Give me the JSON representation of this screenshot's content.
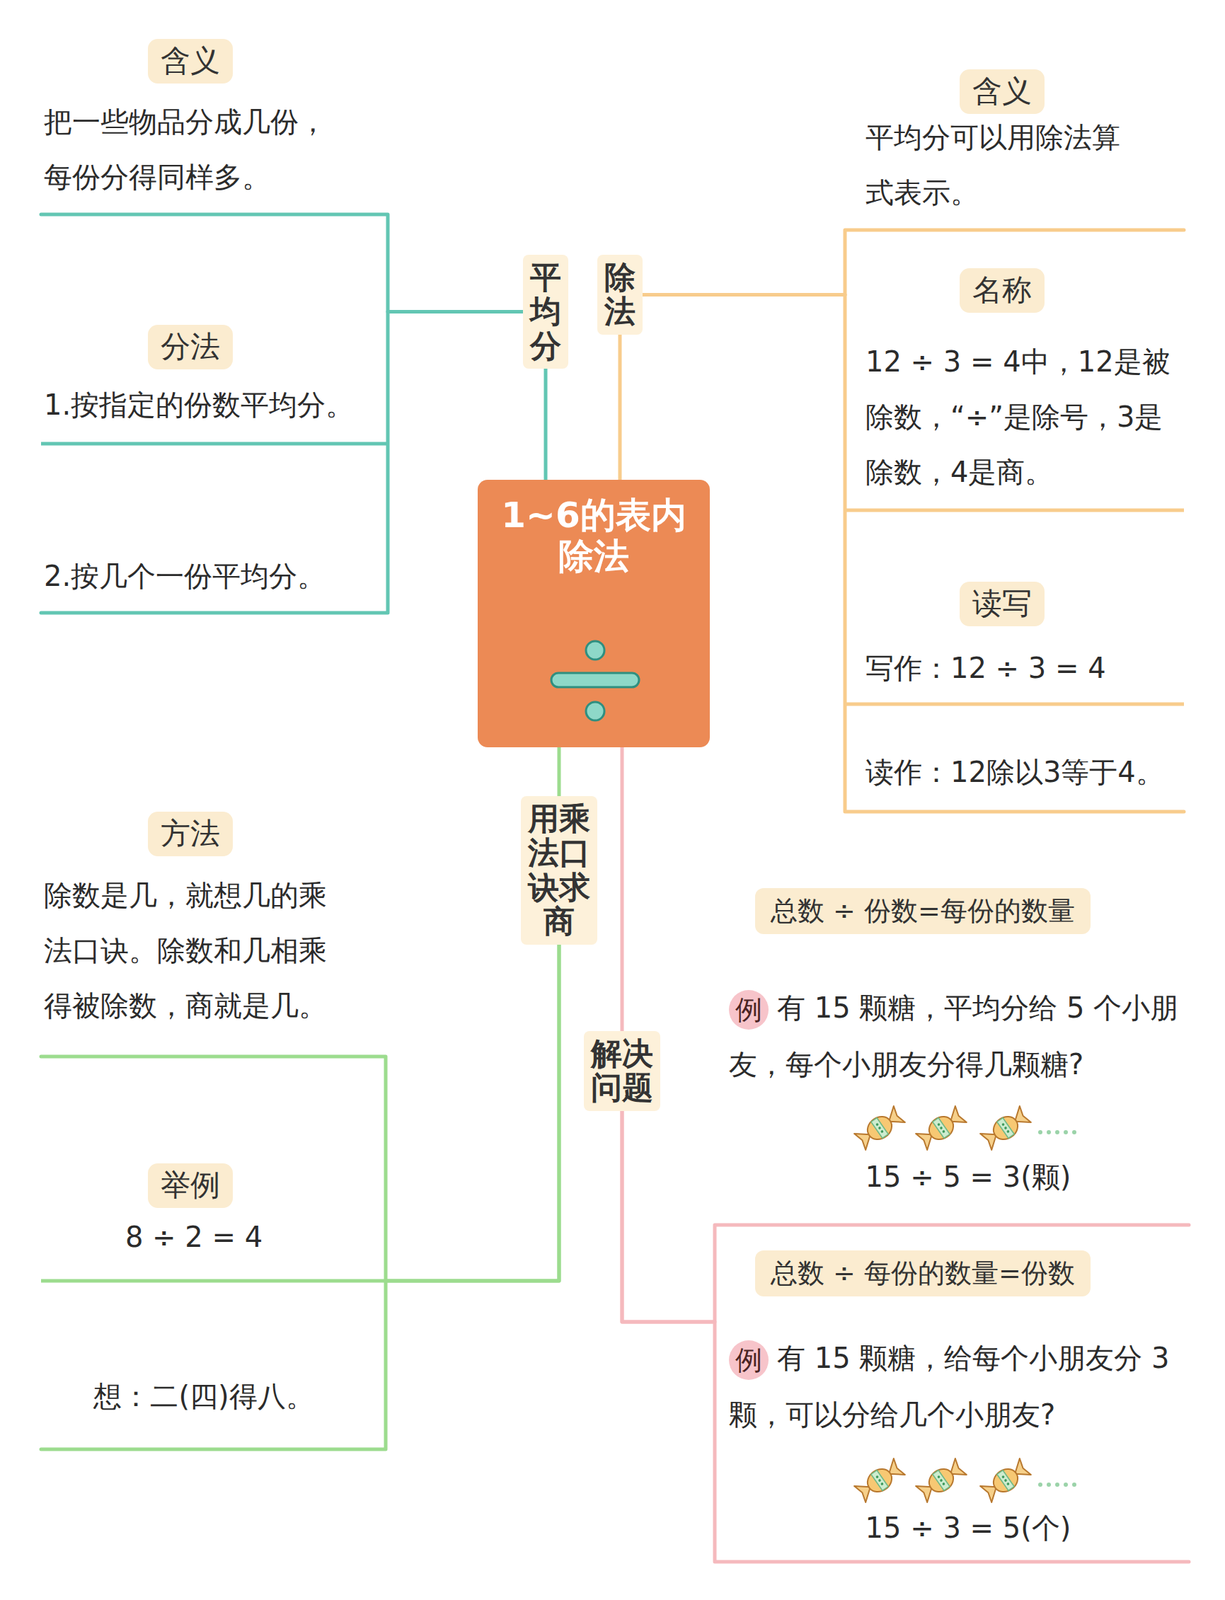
{
  "diagram": {
    "nodes": [
      {
        "text": [
          "1~6的表内除法"
        ]
      },
      {
        "text": [
          "平均分"
        ]
      },
      {
        "text": [
          "含义",
          "把一些物品分成几份，每份分得同样多。"
        ]
      },
      {
        "text": [
          "分法",
          "1.按指定的份数平均分。",
          "2.按几个一份平均分。"
        ]
      },
      {
        "text": [
          "除法"
        ]
      },
      {
        "text": [
          "含义",
          "平均分可以用除法算式表示。"
        ]
      },
      {
        "text": [
          "名称",
          "12 ÷ 3 = 4中，12是被除数，“÷”是除号，3是除数，4是商。"
        ]
      },
      {
        "text": [
          "读写",
          "写作：12 ÷ 3 = 4",
          "读作：12除以3等于4。"
        ]
      },
      {
        "text": [
          "用乘法口诀求商"
        ]
      },
      {
        "text": [
          "方法",
          "除数是几，就想几的乘法口诀。除数和几相乘得被除数，商就是几。"
        ]
      },
      {
        "text": [
          "举例",
          "8 ÷ 2 = 4",
          "想：二(四)得八。"
        ]
      },
      {
        "text": [
          "解决问题"
        ]
      },
      {
        "text": [
          "总数 ÷ 份数=每份的数量",
          "例",
          "有 15 颗糖，平均分给 5 个小朋友，每个小朋友分得几颗糖?",
          "15 ÷ 5 = 3(颗)"
        ]
      },
      {
        "text": [
          "总数 ÷ 每份的数量=份数",
          "例",
          "有 15 颗糖，给每个小朋友分 3 颗，可以分给几个小朋友?",
          "15 ÷ 3 = 5(个)"
        ]
      }
    ],
    "edges": [
      {
        "from": 0,
        "to": 1,
        "arrow": "none"
      },
      {
        "from": 1,
        "to": 2,
        "arrow": "none"
      },
      {
        "from": 1,
        "to": 3,
        "arrow": "none"
      },
      {
        "from": 0,
        "to": 4,
        "arrow": "none"
      },
      {
        "from": 4,
        "to": 5,
        "arrow": "none"
      },
      {
        "from": 4,
        "to": 6,
        "arrow": "none"
      },
      {
        "from": 4,
        "to": 7,
        "arrow": "none"
      },
      {
        "from": 0,
        "to": 8,
        "arrow": "none"
      },
      {
        "from": 8,
        "to": 9,
        "arrow": "none"
      },
      {
        "from": 8,
        "to": 10,
        "arrow": "none"
      },
      {
        "from": 0,
        "to": 11,
        "arrow": "none"
      },
      {
        "from": 11,
        "to": 12,
        "arrow": "none"
      },
      {
        "from": 11,
        "to": 13,
        "arrow": "none"
      }
    ]
  }
}
